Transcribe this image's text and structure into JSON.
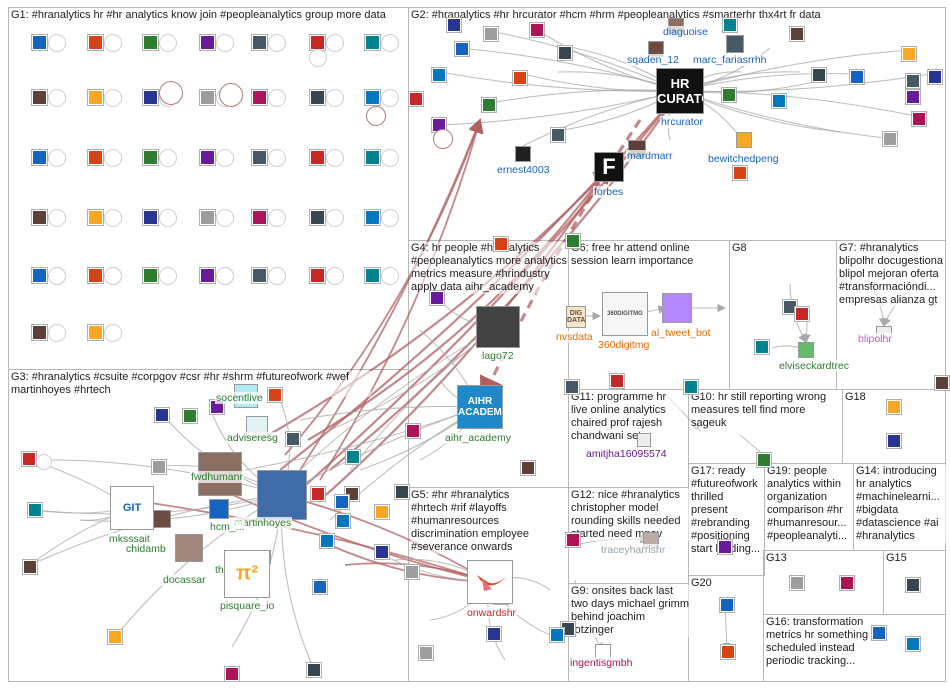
{
  "graph": {
    "groups": [
      {
        "id": "G1",
        "label": "G1: #hranalytics hr #hr analytics know join #peopleanalytics group more data"
      },
      {
        "id": "G2",
        "label": "G2: #hranalytics #hr hrcurator #hcm #hrm #peopleanalytics #smarterhr thx4rt fr data"
      },
      {
        "id": "G3",
        "label": "G3: #hranalytics #csuite #corpgov #csr #hr #shrm #futureofwork #wef martinhoyes #hrtech"
      },
      {
        "id": "G4",
        "label": "G4: hr people #hranalytics #peopleanalytics more analytics metrics measure #hrindustry apply data aihr_academy"
      },
      {
        "id": "G5",
        "label": "G5: #hr #hranalytics #hrtech #rif #layoffs #humanresources discrimination employee #severance onwards"
      },
      {
        "id": "G6",
        "label": "G6: free hr attend online session learn importance"
      },
      {
        "id": "G7",
        "label": "G7: #hranalytics blipolhr docugestiona blipol mejoran oferta #transformacióndi... empresas alianza gt"
      },
      {
        "id": "G8",
        "label": "G8"
      },
      {
        "id": "G9",
        "label": "G9: onsites back last two days michael grimm behind joachim rotzinger"
      },
      {
        "id": "G10",
        "label": "G10: hr still reporting wrong measures tell find more sageuk"
      },
      {
        "id": "G11",
        "label": "G11: programme hr live online analytics chaired prof rajesh chandwani sets"
      },
      {
        "id": "G12",
        "label": "G12: nice #hranalytics christopher model rounding skills needed started need mpov"
      },
      {
        "id": "G13",
        "label": "G13"
      },
      {
        "id": "G14",
        "label": "G14: introducing hr analytics #machinelearni... #bigdata #datascience #ai #hranalytics"
      },
      {
        "id": "G15",
        "label": "G15"
      },
      {
        "id": "G16",
        "label": "G16: transformation metrics hr something scheduled instead periodic tracking..."
      },
      {
        "id": "G17",
        "label": "G17: ready #futureofwork thrilled present #rebranding #positioning start leading..."
      },
      {
        "id": "G18",
        "label": "G18"
      },
      {
        "id": "G19",
        "label": "G19: people analytics within organization comparison #hr #humanresour... #peopleanalyti..."
      },
      {
        "id": "G20",
        "label": "G20"
      }
    ],
    "nodes": [
      {
        "id": "hrcurator",
        "label": "hrcurator",
        "label_color": "#1565c0",
        "glyph": "HR CURATOR",
        "fill": "#111111",
        "text": "#ffffff"
      },
      {
        "id": "forbes",
        "label": "forbes",
        "label_color": "#1565c0",
        "glyph": "F",
        "fill": "#111111",
        "text": "#ffffff"
      },
      {
        "id": "sqaden_12",
        "label": "sqaden_12",
        "label_color": "#1565c0",
        "glyph": "",
        "fill": "#6d4c41",
        "text": "#ffffff"
      },
      {
        "id": "marc_fariasrrhh",
        "label": "marc_fariasrrhh",
        "label_color": "#1565c0",
        "glyph": "",
        "fill": "#455a64",
        "text": "#ffffff"
      },
      {
        "id": "diaguoise",
        "label": "diaguoise",
        "label_color": "#1565c0",
        "glyph": "",
        "fill": "#8d6e63",
        "text": "#ffffff"
      },
      {
        "id": "ernest4003",
        "label": "ernest4003",
        "label_color": "#1565c0",
        "glyph": "",
        "fill": "#212121",
        "text": "#ffffff"
      },
      {
        "id": "mardmarr",
        "label": "mardmarr",
        "label_color": "#1565c0",
        "glyph": "",
        "fill": "#5d4037",
        "text": "#ffffff"
      },
      {
        "id": "bewitchedpeng",
        "label": "bewitchedpeng",
        "label_color": "#1565c0",
        "glyph": "",
        "fill": "#f9a825",
        "text": "#ffffff"
      },
      {
        "id": "lago72",
        "label": "lago72",
        "label_color": "#2e7d32",
        "glyph": "",
        "fill": "#424242",
        "text": "#ffffff"
      },
      {
        "id": "aihr_academy",
        "label": "aihr_academy",
        "label_color": "#2e7d32",
        "glyph": "AIHR ACADEMY",
        "fill": "#1e88c8",
        "text": "#ffffff"
      },
      {
        "id": "nvsdata",
        "label": "nvsdata",
        "label_color": "#ef6c00",
        "glyph": "DIG DATA",
        "fill": "#f5e6c8",
        "text": "#6d4c41"
      },
      {
        "id": "360digitmg",
        "label": "360digitmg",
        "label_color": "#ef6c00",
        "glyph": "360DIGITMG",
        "fill": "#f6f6f6",
        "text": "#555555"
      },
      {
        "id": "al_tweet_bot",
        "label": "al_tweet_bot",
        "label_color": "#ef6c00",
        "glyph": "",
        "fill": "#b388ff",
        "text": "#ffffff"
      },
      {
        "id": "elviseckardtrec",
        "label": "elviseckardtrec",
        "label_color": "#2e7d32",
        "glyph": "",
        "fill": "#66bb6a",
        "text": "#ffffff"
      },
      {
        "id": "blipolhr",
        "label": "blipolhr",
        "label_color": "#ba68c8",
        "glyph": "",
        "fill": "#eeeeee",
        "text": "#999999"
      },
      {
        "id": "socentlive",
        "label": "socentlive",
        "label_color": "#2e7d32",
        "glyph": "",
        "fill": "#b2ebf2",
        "text": "#ffffff"
      },
      {
        "id": "adviseresg",
        "label": "adviseresg",
        "label_color": "#2e7d32",
        "glyph": "",
        "fill": "#e0f2f1",
        "text": "#ffffff"
      },
      {
        "id": "fwdhumanr",
        "label": "fwdhumanr",
        "label_color": "#2e7d32",
        "glyph": "",
        "fill": "#8d6e63",
        "text": "#ffffff"
      },
      {
        "id": "martinhoyes",
        "label": "martinhoyes",
        "label_color": "#2e7d32",
        "glyph": "",
        "fill": "#3f6ba8",
        "text": "#ffffff"
      },
      {
        "id": "hcm_",
        "label": "hcm_...",
        "label_color": "#2e7d32",
        "glyph": "",
        "fill": "#1565c0",
        "text": "#ffffff"
      },
      {
        "id": "mksssait",
        "label": "mksssait",
        "label_color": "#2e7d32",
        "glyph": "GIT",
        "fill": "#ffffff",
        "text": "#1565c0"
      },
      {
        "id": "chidamb",
        "label": "chidamb",
        "label_color": "#2e7d32",
        "glyph": "",
        "fill": "#6d4c41",
        "text": "#ffffff"
      },
      {
        "id": "docassar",
        "label": "docassar",
        "label_color": "#2e7d32",
        "glyph": "",
        "fill": "#a1887f",
        "text": "#ffffff"
      },
      {
        "id": "th4500",
        "label": "th...4500",
        "label_color": "#2e7d32",
        "glyph": "",
        "fill": "#9e9e9e",
        "text": "#ffffff"
      },
      {
        "id": "pisquare_io",
        "label": "pisquare_io",
        "label_color": "#2e7d32",
        "glyph": "π²",
        "fill": "#ffffff",
        "text": "#f9a825"
      },
      {
        "id": "onwardshr",
        "label": "onwardshr",
        "label_color": "#c62828",
        "glyph": "",
        "fill": "#ffffff",
        "text": "#d84a3a"
      },
      {
        "id": "amitjha16095574",
        "label": "amitjha16095574",
        "label_color": "#6a1b9a",
        "glyph": "",
        "fill": "#eeeeee",
        "text": "#999999"
      },
      {
        "id": "traceyharrishr",
        "label": "traceyharrishr",
        "label_color": "#90a4ae",
        "glyph": "",
        "fill": "#bcaaa4",
        "text": "#ffffff"
      },
      {
        "id": "ingentisgmbh",
        "label": "ingentisgmbh",
        "label_color": "#ad1457",
        "glyph": "",
        "fill": "#ffffff",
        "text": "#ad1457"
      }
    ]
  }
}
